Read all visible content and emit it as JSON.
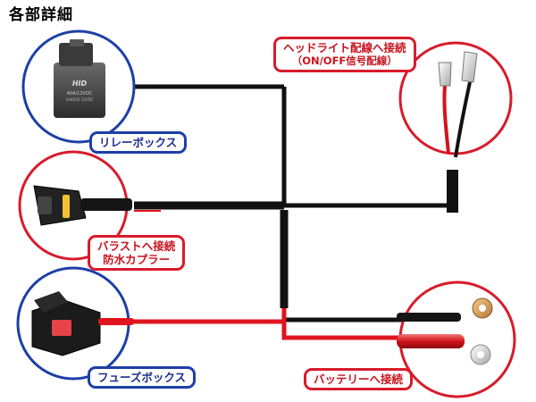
{
  "title": "各部詳細",
  "labels": {
    "relay_box": "リレーボックス",
    "headlight": "ヘッドライト配線へ接続",
    "headlight_sub": "（ON/OFF信号配線）",
    "ballast": "バラストへ接続",
    "ballast_sub": "防水カプラー",
    "fuse_box": "フューズボックス",
    "battery": "バッテリーへ接続"
  },
  "relay_text": {
    "brand": "HID",
    "rating": "40A/12VDC",
    "part": "1H4505-12VDC"
  },
  "colors": {
    "wire_black": "#111111",
    "wire_red": "#e0141e",
    "blue_outline": "#1d3fa6",
    "red_outline": "#d81b2b"
  }
}
